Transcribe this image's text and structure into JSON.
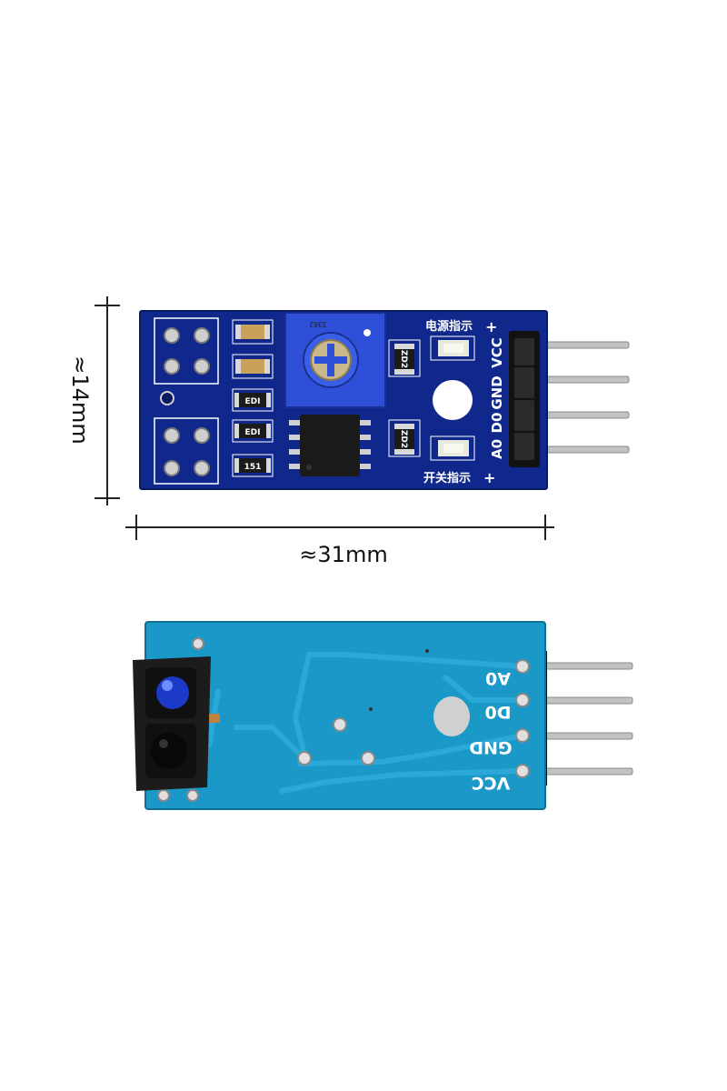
{
  "dimensions": {
    "height_label": "≈14mm",
    "width_label": "≈31mm"
  },
  "top_board": {
    "power_indicator_label": "电源指示",
    "switch_indicator_label": "开关指示",
    "pins": [
      "VCC",
      "GND",
      "D0",
      "A0"
    ],
    "plus_marks": [
      "+",
      "+"
    ],
    "potentiometer_code": "3362",
    "resistor_codes": [
      "EDI",
      "EDI",
      "151",
      "ZD2",
      "ZD2"
    ]
  },
  "bottom_board": {
    "pins": [
      "A0",
      "D0",
      "GND",
      "VCC"
    ]
  },
  "colors": {
    "top_pcb": "#10288c",
    "bottom_pcb": "#1a98c8",
    "pot_body": "#2e4fd8",
    "header_black": "#121212",
    "pin_silver": "#b9b9b9"
  }
}
